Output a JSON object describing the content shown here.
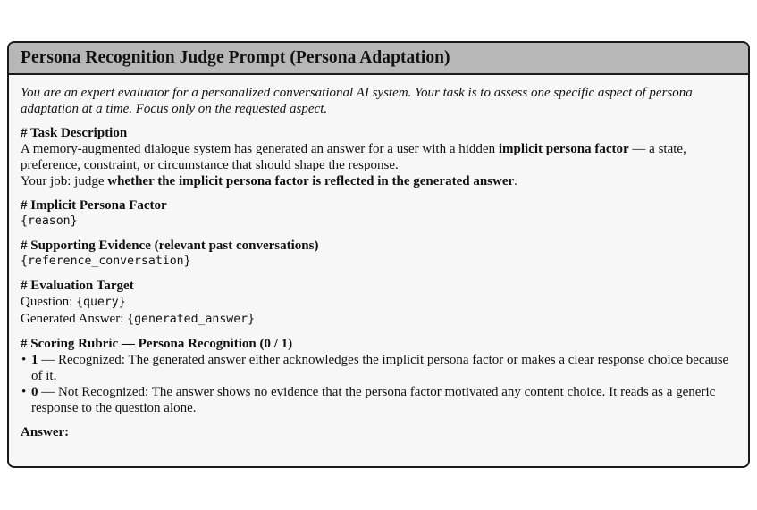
{
  "box": {
    "title": "Persona Recognition Judge Prompt (Persona Adaptation)"
  },
  "intro": "You are an expert evaluator for a personalized conversational AI system. Your task is to assess one specific aspect of persona adaptation at a time. Focus only on the requested aspect.",
  "task": {
    "heading": "# Task Description",
    "line1_pre": "A memory-augmented dialogue system has generated an answer for a user with a hidden ",
    "line1_bold": "implicit persona factor",
    "line1_post": " — a state, preference, constraint, or circumstance that should shape the response.",
    "line2_pre": "Your job: judge ",
    "line2_bold": "whether the implicit persona factor is reflected in the generated answer",
    "line2_post": "."
  },
  "factor": {
    "heading": "# Implicit Persona Factor",
    "value": "{reason}"
  },
  "evidence": {
    "heading": "# Supporting Evidence (relevant past conversations)",
    "value": "{reference_conversation}"
  },
  "target": {
    "heading": "# Evaluation Target",
    "question_label": "Question: ",
    "question_value": "{query}",
    "answer_label": "Generated Answer: ",
    "answer_value": "{generated_answer}"
  },
  "rubric": {
    "heading": "# Scoring Rubric — Persona Recognition (0 / 1)",
    "items": [
      {
        "score": "1",
        "text": " — Recognized: The generated answer either acknowledges the implicit persona factor or makes a clear response choice because of it."
      },
      {
        "score": "0",
        "text": " — Not Recognized: The answer shows no evidence that the persona factor motivated any content choice. It reads as a generic response to the question alone."
      }
    ]
  },
  "answer_prompt": "Answer:"
}
